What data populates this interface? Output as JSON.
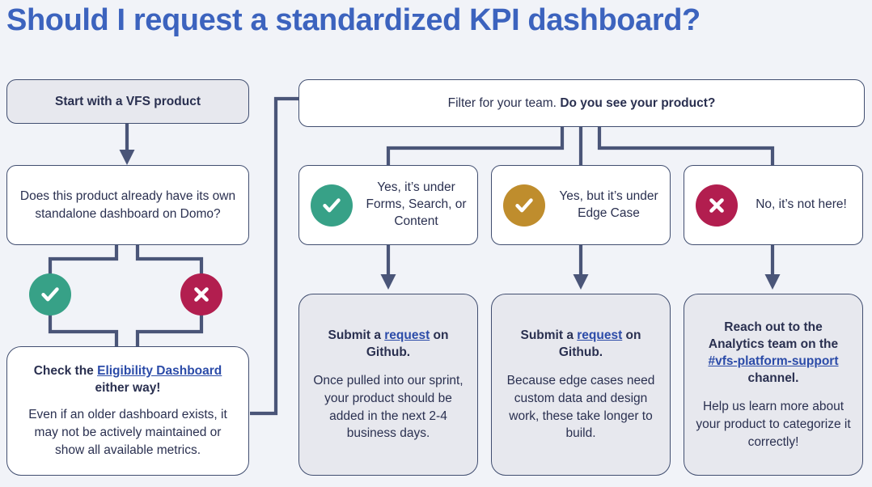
{
  "page": {
    "title": "Should I request a standardized KPI dashboard?",
    "background_color": "#F1F3F8",
    "title_color": "#3C63BE",
    "line_color": "#414E70",
    "text_color": "#2A3050",
    "link_color": "#2B4BA8"
  },
  "nodes": {
    "start": {
      "label": "Start with a VFS product",
      "fill": "#E7E8EE"
    },
    "decision": {
      "label": "Does this product already have its own standalone dashboard on Domo?",
      "fill": "#FFFFFF"
    },
    "eligibility": {
      "lead": "Check the ",
      "link": "Eligibility Dashboard",
      "tail": " either way!",
      "body": "Even if an older dashboard exists, it may not be actively maintained or show all available metrics.",
      "fill": "#FFFFFF"
    },
    "filter": {
      "plain": "Filter for your team. ",
      "bold": "Do you see your product?",
      "fill": "#FFFFFF"
    }
  },
  "decision_badges": [
    {
      "name": "check-badge-yes",
      "icon": "check-icon",
      "color": "#37A187"
    },
    {
      "name": "cross-badge-no",
      "icon": "cross-icon",
      "color": "#B21E4F"
    }
  ],
  "options": [
    {
      "id": "forms-search-content",
      "icon": "check-icon",
      "icon_color": "#37A187",
      "label": "Yes, it’s under Forms, Search, or Content"
    },
    {
      "id": "edge-case",
      "icon": "check-icon",
      "icon_color": "#BF8D2D",
      "label": "Yes, but it’s under Edge Case"
    },
    {
      "id": "not-here",
      "icon": "cross-icon",
      "icon_color": "#B21E4F",
      "label": "No, it’s not here!"
    }
  ],
  "outcomes": [
    {
      "id": "github-request-standard",
      "head_lead": "Submit a ",
      "head_link": "request",
      "head_tail": " on Github.",
      "body": "Once pulled into our sprint, your product should be added in the next 2-4 business days."
    },
    {
      "id": "github-request-edge",
      "head_lead": "Submit a ",
      "head_link": "request",
      "head_tail": " on Github.",
      "body": "Because edge cases need custom data and design work, these take longer to build."
    },
    {
      "id": "slack-analytics",
      "head_lead": "Reach out to the Analytics team on the ",
      "head_link": "#vfs-platform-support",
      "head_tail": " channel.",
      "body": "Help us  learn more about your product to categorize it correctly!"
    }
  ]
}
